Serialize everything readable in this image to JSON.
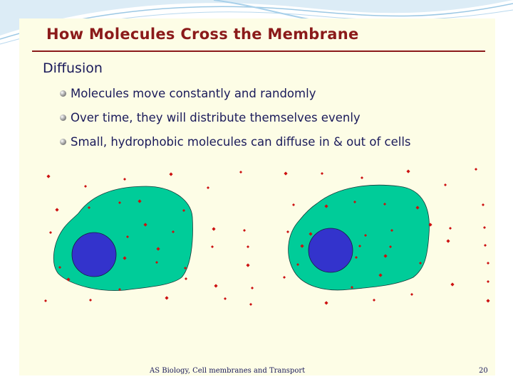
{
  "slide": {
    "title": "How Molecules Cross the Membrane",
    "section_heading": "Diffusion",
    "bullets": [
      "Molecules move constantly and randomly",
      "Over time, they will distribute themselves evenly",
      "Small, hydrophobic molecules can diffuse in & out of cells"
    ],
    "footer": "AS Biology, Cell membranes and Transport",
    "page_number": "20"
  },
  "colors": {
    "title": "#8b1a1a",
    "text": "#1a1a5a",
    "panel_background": "#fdfde6",
    "cell_cytoplasm": "#00cc99",
    "cell_nucleus": "#3333cc",
    "molecule": "#cc1111"
  },
  "diagram": {
    "cell_count": 2,
    "molecule_shape": "small red diamond"
  }
}
